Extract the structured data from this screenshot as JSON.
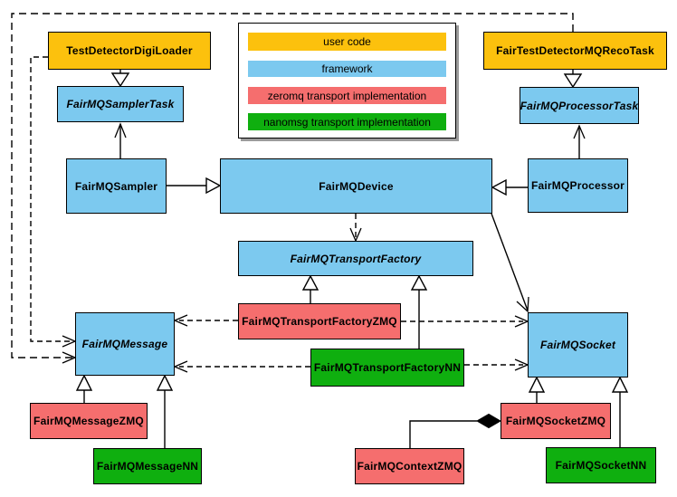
{
  "colors": {
    "user_code": "#FCC10D",
    "framework": "#7CC9EF",
    "zeromq": "#F56E6E",
    "nanomsg": "#0FAF0F",
    "line": "#000000",
    "background": "#FFFFFF",
    "legend_shadow": "#9B9B9B"
  },
  "legend": {
    "items": [
      {
        "label": "user code",
        "category": "user_code"
      },
      {
        "label": "framework",
        "category": "framework"
      },
      {
        "label": "zeromq transport implementation",
        "category": "zeromq"
      },
      {
        "label": "nanomsg transport implementation",
        "category": "nanomsg"
      }
    ]
  },
  "nodes": [
    {
      "label": "TestDetectorDigiLoader",
      "category": "user_code",
      "abstract": false
    },
    {
      "label": "FairTestDetectorMQRecoTask",
      "category": "user_code",
      "abstract": false
    },
    {
      "label": "FairMQSamplerTask",
      "category": "framework",
      "abstract": true
    },
    {
      "label": "FairMQProcessorTask",
      "category": "framework",
      "abstract": true
    },
    {
      "label": "FairMQSampler",
      "category": "framework",
      "abstract": false
    },
    {
      "label": "FairMQDevice",
      "category": "framework",
      "abstract": false
    },
    {
      "label": "FairMQProcessor",
      "category": "framework",
      "abstract": false
    },
    {
      "label": "FairMQTransportFactory",
      "category": "framework",
      "abstract": true
    },
    {
      "label": "FairMQTransportFactoryZMQ",
      "category": "zeromq",
      "abstract": false
    },
    {
      "label": "FairMQTransportFactoryNN",
      "category": "nanomsg",
      "abstract": false
    },
    {
      "label": "FairMQMessage",
      "category": "framework",
      "abstract": true
    },
    {
      "label": "FairMQSocket",
      "category": "framework",
      "abstract": true
    },
    {
      "label": "FairMQMessageZMQ",
      "category": "zeromq",
      "abstract": false
    },
    {
      "label": "FairMQMessageNN",
      "category": "nanomsg",
      "abstract": false
    },
    {
      "label": "FairMQSocketZMQ",
      "category": "zeromq",
      "abstract": false
    },
    {
      "label": "FairMQSocketNN",
      "category": "nanomsg",
      "abstract": false
    },
    {
      "label": "FairMQContextZMQ",
      "category": "zeromq",
      "abstract": false
    }
  ],
  "edges": [
    {
      "from": "TestDetectorDigiLoader",
      "to": "FairMQSamplerTask",
      "type": "inheritance"
    },
    {
      "from": "FairTestDetectorMQRecoTask",
      "to": "FairMQProcessorTask",
      "type": "inheritance"
    },
    {
      "from": "FairMQSampler",
      "to": "FairMQDevice",
      "type": "inheritance"
    },
    {
      "from": "FairMQProcessor",
      "to": "FairMQDevice",
      "type": "inheritance"
    },
    {
      "from": "FairMQSampler",
      "to": "FairMQSamplerTask",
      "type": "association"
    },
    {
      "from": "FairMQProcessor",
      "to": "FairMQProcessorTask",
      "type": "association"
    },
    {
      "from": "FairMQDevice",
      "to": "FairMQTransportFactory",
      "type": "dashed-dependency"
    },
    {
      "from": "FairMQDevice",
      "to": "FairMQSocket",
      "type": "association"
    },
    {
      "from": "FairMQTransportFactoryZMQ",
      "to": "FairMQTransportFactory",
      "type": "inheritance"
    },
    {
      "from": "FairMQTransportFactoryNN",
      "to": "FairMQTransportFactory",
      "type": "inheritance"
    },
    {
      "from": "FairMQTransportFactoryZMQ",
      "to": "FairMQMessage",
      "type": "dashed-dependency"
    },
    {
      "from": "FairMQTransportFactoryZMQ",
      "to": "FairMQSocket",
      "type": "dashed-dependency"
    },
    {
      "from": "FairMQTransportFactoryNN",
      "to": "FairMQMessage",
      "type": "dashed-dependency"
    },
    {
      "from": "FairMQTransportFactoryNN",
      "to": "FairMQSocket",
      "type": "dashed-dependency"
    },
    {
      "from": "TestDetectorDigiLoader",
      "to": "FairMQMessage",
      "type": "dashed-dependency"
    },
    {
      "from": "FairTestDetectorMQRecoTask",
      "to": "FairMQMessage",
      "type": "dashed-dependency"
    },
    {
      "from": "FairMQMessageZMQ",
      "to": "FairMQMessage",
      "type": "inheritance"
    },
    {
      "from": "FairMQMessageNN",
      "to": "FairMQMessage",
      "type": "inheritance"
    },
    {
      "from": "FairMQSocketZMQ",
      "to": "FairMQSocket",
      "type": "inheritance"
    },
    {
      "from": "FairMQSocketNN",
      "to": "FairMQSocket",
      "type": "inheritance"
    },
    {
      "from": "FairMQContextZMQ",
      "to": "FairMQSocketZMQ",
      "type": "composition"
    }
  ]
}
